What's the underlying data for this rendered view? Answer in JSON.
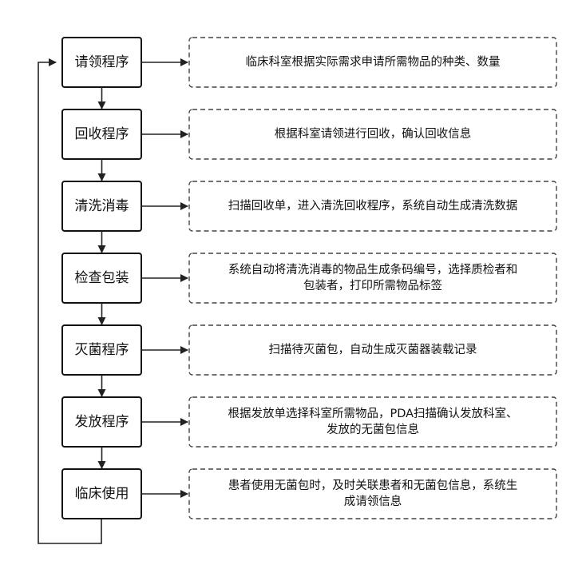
{
  "steps": [
    {
      "label": "请领程序",
      "desc": [
        "临床科室根据实际需求申请所需物品的种类、数量"
      ]
    },
    {
      "label": "回收程序",
      "desc": [
        "根据科室请领进行回收，确认回收信息"
      ]
    },
    {
      "label": "清洗消毒",
      "desc": [
        "扫描回收单，进入清洗回收程序，系统自动生成清洗数据"
      ]
    },
    {
      "label": "检查包装",
      "desc": [
        "系统自动将清洗消毒的物品生成条码编号，选择质检者和",
        "包装者，打印所需物品标签"
      ]
    },
    {
      "label": "灭菌程序",
      "desc": [
        "扫描待灭菌包，自动生成灭菌器装载记录"
      ]
    },
    {
      "label": "发放程序",
      "desc": [
        "根据发放单选择科室所需物品，PDA扫描确认发放科室、",
        "发放的无菌包信息"
      ]
    },
    {
      "label": "临床使用",
      "desc": [
        "患者使用无菌包时，及时关联患者和无菌包信息，系统生",
        "成请领信息"
      ]
    }
  ]
}
